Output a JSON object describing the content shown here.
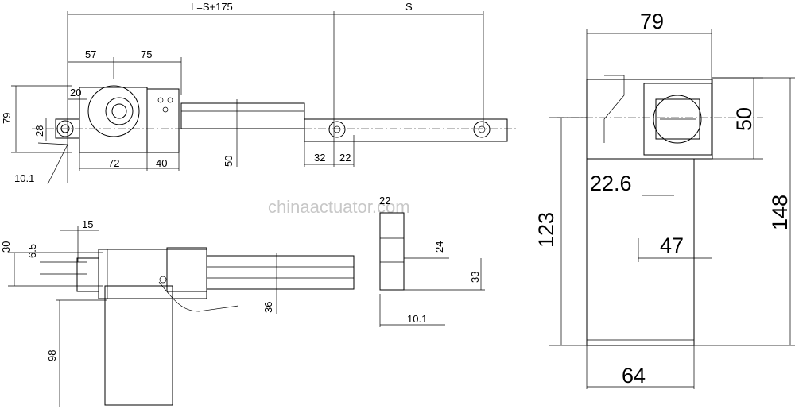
{
  "watermark": "chinaactuator.com",
  "side_view": {
    "overall_length": "L=S+175",
    "stroke": "S",
    "d57": "57",
    "d75": "75",
    "d20": "20",
    "d79": "79",
    "d28": "28",
    "d72": "72",
    "d40": "40",
    "d50": "50",
    "d32": "32",
    "d22": "22",
    "d10_1": "10.1"
  },
  "top_view": {
    "d15": "15",
    "d30": "30",
    "d6_5": "6.5",
    "d36": "36",
    "d98": "98"
  },
  "rod_end": {
    "d22": "22",
    "d24": "24",
    "d33": "33",
    "d10_1": "10.1"
  },
  "end_view": {
    "d79": "79",
    "d50": "50",
    "d22_6": "22.6",
    "d47": "47",
    "d123": "123",
    "d148": "148",
    "d64": "64"
  }
}
